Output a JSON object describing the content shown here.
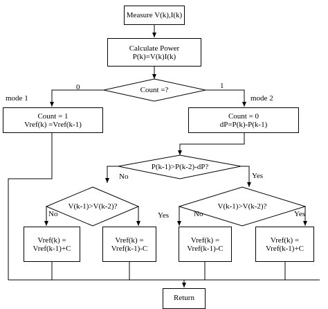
{
  "nodes": {
    "measure": "Measure V(k),I(k)",
    "calc_line1": "Calculate Power",
    "calc_line2": "P(k)=V(k)I(k)",
    "count_decision": "Count =?",
    "mode1_line1": "Count = 1",
    "mode1_line2": "Vref(k) =Vref(k-1)",
    "mode2_line1": "Count = 0",
    "mode2_line2": "dP=P(k)-P(k-1)",
    "power_decision": "P(k-1)>P(k-2)-dP?",
    "volt_decision_left": "V(k-1)>V(k-2)?",
    "volt_decision_right": "V(k-1)>V(k-2)?",
    "vref1_line1": "Vref(k) =",
    "vref1_line2": "Vref(k-1)+C",
    "vref2_line1": "Vref(k) =",
    "vref2_line2": "Vref(k-1)-C",
    "vref3_line1": "Vref(k) =",
    "vref3_line2": "Vref(k-1)-C",
    "vref4_line1": "Vref(k) =",
    "vref4_line2": "Vref(k-1)+C",
    "return": "Return"
  },
  "labels": {
    "branch_0": "0",
    "branch_1": "1",
    "mode1": "mode 1",
    "mode2": "mode 2",
    "no_power": "No",
    "yes_power": "Yes",
    "no_left": "No",
    "yes_left": "Yes",
    "no_right": "No",
    "yes_right": "Yes"
  }
}
